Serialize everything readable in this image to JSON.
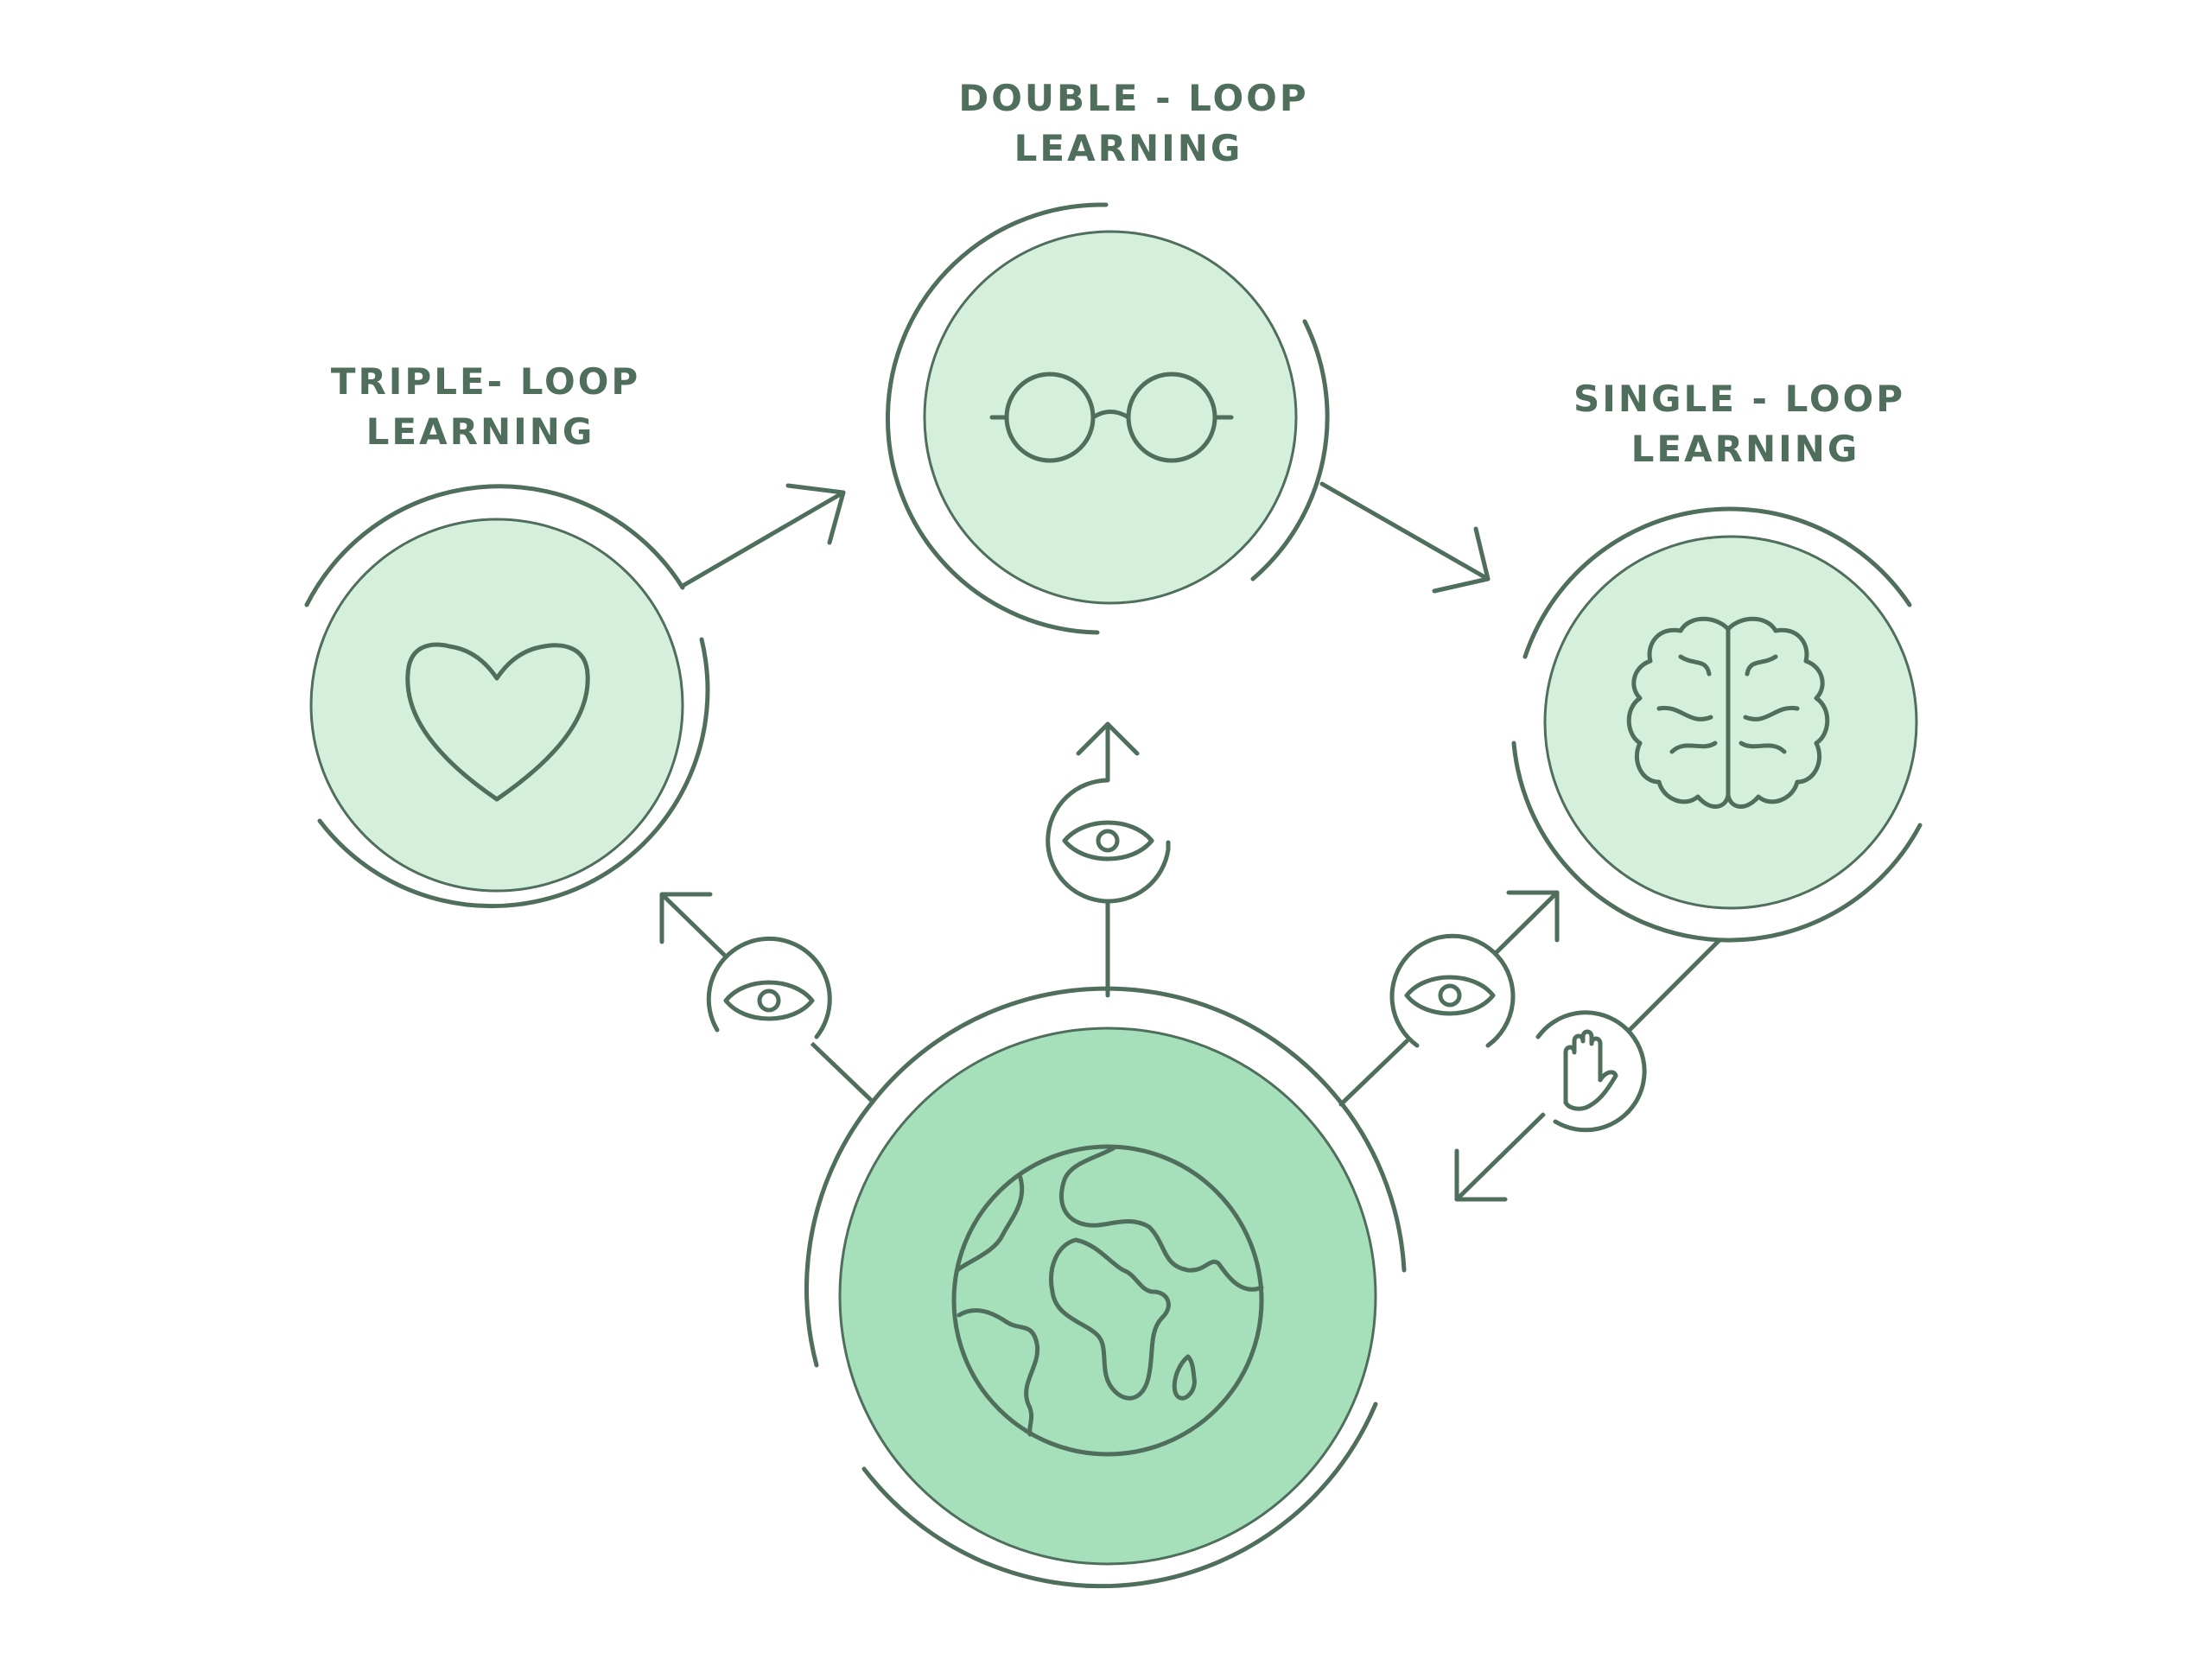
{
  "diagram": {
    "labels": {
      "double_line1": "DOUBLE - LOOP",
      "double_line2": "LEARNING",
      "triple_line1": "TRIPLE- LOOP",
      "triple_line2": "LEARNING",
      "single_line1": "SINGLE - LOOP",
      "single_line2": "LEARNING"
    },
    "nodes": [
      {
        "id": "double-loop",
        "icon": "glasses-icon"
      },
      {
        "id": "triple-loop",
        "icon": "heart-icon"
      },
      {
        "id": "single-loop",
        "icon": "brain-icon"
      },
      {
        "id": "world",
        "icon": "globe-icon"
      }
    ],
    "connector_icons": [
      "eye-icon",
      "eye-icon",
      "eye-icon",
      "hand-icon"
    ],
    "colors": {
      "stroke": "#4f6e5b",
      "light_fill": "#d5efdd",
      "world_fill": "#a6e0bb",
      "background": "#ffffff"
    }
  }
}
